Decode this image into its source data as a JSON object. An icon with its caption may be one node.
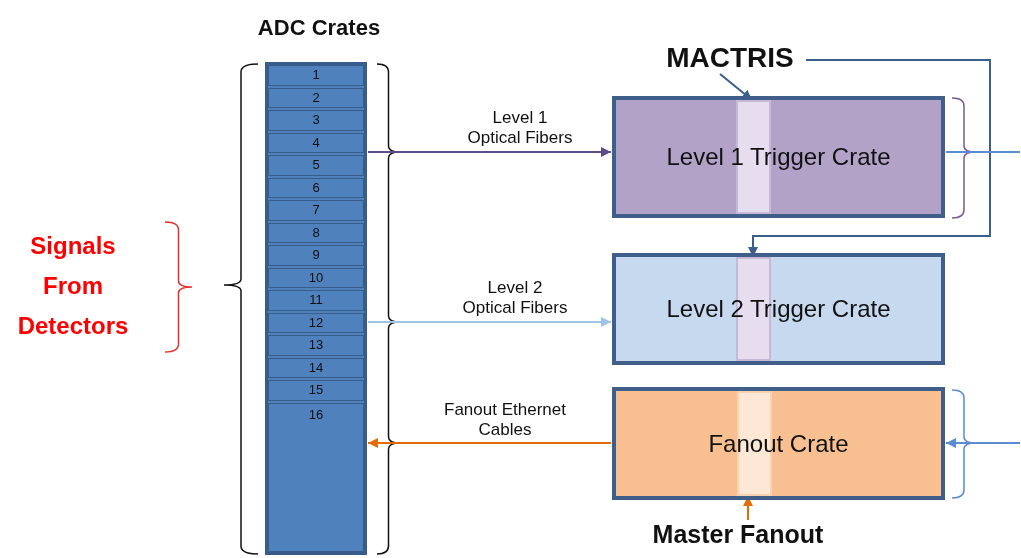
{
  "diagram": {
    "nodes": [
      {
        "text": [
          "ADC Crates"
        ]
      },
      {
        "text": [
          "1"
        ],
        "in": 0
      },
      {
        "text": [
          "2"
        ],
        "in": 0
      },
      {
        "text": [
          "3"
        ],
        "in": 0
      },
      {
        "text": [
          "4"
        ],
        "in": 0
      },
      {
        "text": [
          "5"
        ],
        "in": 0
      },
      {
        "text": [
          "6"
        ],
        "in": 0
      },
      {
        "text": [
          "7"
        ],
        "in": 0
      },
      {
        "text": [
          "8"
        ],
        "in": 0
      },
      {
        "text": [
          "9"
        ],
        "in": 0
      },
      {
        "text": [
          "10"
        ],
        "in": 0
      },
      {
        "text": [
          "11"
        ],
        "in": 0
      },
      {
        "text": [
          "12"
        ],
        "in": 0
      },
      {
        "text": [
          "13"
        ],
        "in": 0
      },
      {
        "text": [
          "14"
        ],
        "in": 0
      },
      {
        "text": [
          "15"
        ],
        "in": 0
      },
      {
        "text": [
          "16"
        ],
        "in": 0
      },
      {
        "text": [
          "Level 1 Trigger Crate"
        ]
      },
      {
        "text": [],
        "shape": "bar",
        "in": 17
      },
      {
        "text": [
          "Level 2 Trigger Crate"
        ]
      },
      {
        "text": [],
        "shape": "bar",
        "in": 19
      },
      {
        "text": [
          "Fanout Crate"
        ]
      },
      {
        "text": [],
        "shape": "bar",
        "in": 21
      },
      {
        "text": [
          "MACTRIS"
        ]
      },
      {
        "text": [
          "Master Fanout"
        ]
      }
    ],
    "edges": [
      {
        "from": 0,
        "to": 17,
        "arrow": "to",
        "label": "Level 1 Optical Fibers",
        "color": "#5e4b8b"
      },
      {
        "from": 0,
        "to": 19,
        "arrow": "to",
        "label": "Level 2 Optical Fibers",
        "color": "#9dc3e6"
      },
      {
        "from": 21,
        "to": 0,
        "arrow": "to",
        "label": "Fanout Ethernet Cables",
        "color": "#e36c0a"
      },
      {
        "from": 23,
        "to": 18,
        "arrow": "to",
        "color": "#3a5f8a"
      },
      {
        "from": 23,
        "to": 20,
        "arrow": "to",
        "color": "#3a5f8a"
      },
      {
        "from": 24,
        "to": 22,
        "arrow": "to",
        "color": "#e36c0a"
      },
      {
        "from": null,
        "to": 21,
        "arrow": "to",
        "color": "#5b8bd0"
      },
      {
        "from": 17,
        "to": null,
        "arrow": "none",
        "color": "#5b8bd0"
      }
    ],
    "labels": [
      "Signals From Detectors"
    ]
  }
}
